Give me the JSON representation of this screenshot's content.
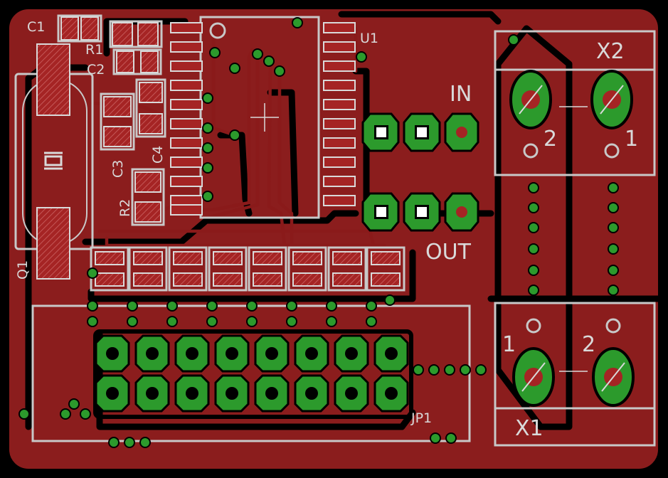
{
  "board": {
    "copper_color": "#8b1d1d",
    "pad_color": "#a52424",
    "via_color": "#2c9a2c",
    "silkscreen_color": "#c8c8c8",
    "background": "#000000"
  },
  "labels": {
    "c1": "C1",
    "r1": "R1",
    "c2": "C2",
    "c3": "C3",
    "c4": "C4",
    "r2": "R2",
    "q1": "Q1",
    "u1": "U1",
    "in": "IN",
    "out": "OUT",
    "x1": "X1",
    "x2": "X2",
    "jp1": "JP1",
    "x2_pin2": "2",
    "x2_pin1": "1",
    "x1_pin1": "1",
    "x1_pin2": "2"
  }
}
